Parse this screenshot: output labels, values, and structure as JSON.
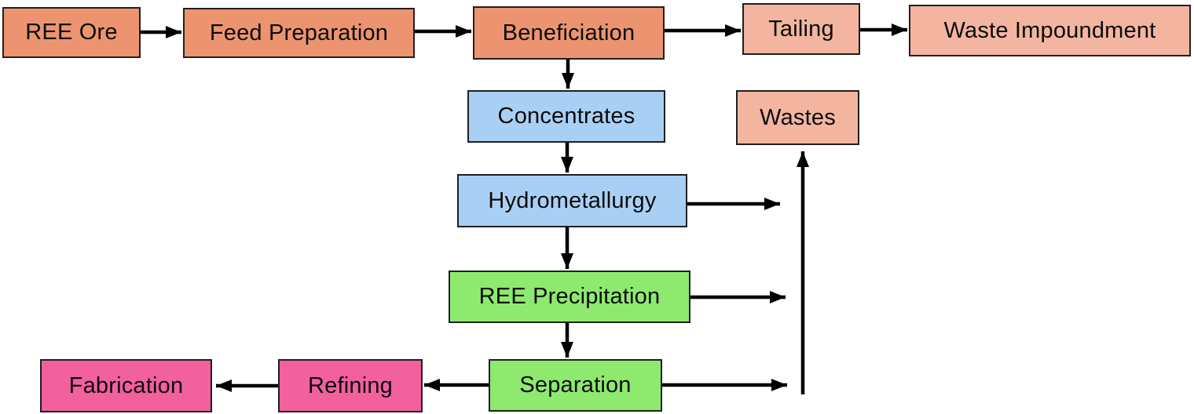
{
  "nodes": {
    "ree_ore": {
      "label": "REE Ore",
      "color": "#EC9470"
    },
    "feed_preparation": {
      "label": "Feed Preparation",
      "color": "#EC9470"
    },
    "beneficiation": {
      "label": "Beneficiation",
      "color": "#EC9470"
    },
    "tailing": {
      "label": "Tailing",
      "color": "#F3B5A0"
    },
    "waste_impoundment": {
      "label": "Waste Impoundment",
      "color": "#F3B5A0"
    },
    "concentrates": {
      "label": "Concentrates",
      "color": "#A9D0F4"
    },
    "wastes": {
      "label": "Wastes",
      "color": "#F3B5A0"
    },
    "hydrometallurgy": {
      "label": "Hydrometallurgy",
      "color": "#A9D0F4"
    },
    "ree_precipitation": {
      "label": "REE Precipitation",
      "color": "#8DEA6F"
    },
    "separation": {
      "label": "Separation",
      "color": "#8DEA6F"
    },
    "refining": {
      "label": "Refining",
      "color": "#F2609E"
    },
    "fabrication": {
      "label": "Fabrication",
      "color": "#F2609E"
    }
  },
  "edges": [
    {
      "from": "REE Ore",
      "to": "Feed Preparation"
    },
    {
      "from": "Feed Preparation",
      "to": "Beneficiation"
    },
    {
      "from": "Beneficiation",
      "to": "Tailing"
    },
    {
      "from": "Tailing",
      "to": "Waste Impoundment"
    },
    {
      "from": "Beneficiation",
      "to": "Concentrates"
    },
    {
      "from": "Concentrates",
      "to": "Hydrometallurgy"
    },
    {
      "from": "Hydrometallurgy",
      "to": "REE Precipitation"
    },
    {
      "from": "REE Precipitation",
      "to": "Separation"
    },
    {
      "from": "Separation",
      "to": "Refining"
    },
    {
      "from": "Refining",
      "to": "Fabrication"
    },
    {
      "from": "Hydrometallurgy",
      "to": "Wastes"
    },
    {
      "from": "REE Precipitation",
      "to": "Wastes"
    },
    {
      "from": "Separation",
      "to": "Wastes"
    }
  ],
  "colors": {
    "process_stage": "#EC9470",
    "waste_stage": "#F3B5A0",
    "intermediate_stage": "#A9D0F4",
    "recovery_stage": "#8DEA6F",
    "product_stage": "#F2609E",
    "border": "#1F1F1F",
    "arrow": "#000000",
    "background": "#FFFFFF"
  }
}
